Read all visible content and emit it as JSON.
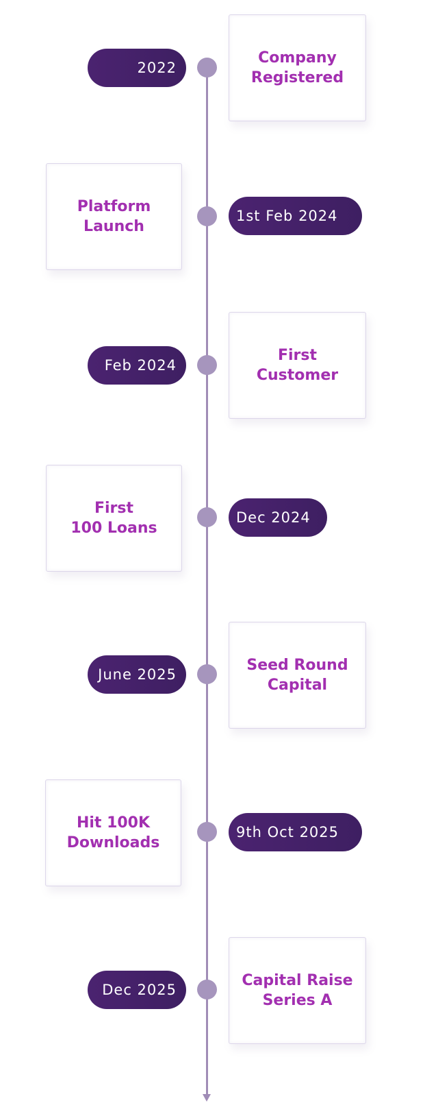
{
  "milestones": [
    {
      "date": "2022",
      "title": "Company\nRegistered"
    },
    {
      "date": "1st Feb 2024",
      "title": "Platform\nLaunch"
    },
    {
      "date": "Feb 2024",
      "title": "First\nCustomer"
    },
    {
      "date": "Dec 2024",
      "title": "First\n100 Loans"
    },
    {
      "date": "June 2025",
      "title": "Seed Round\nCapital"
    },
    {
      "date": "9th Oct 2025",
      "title": "Hit 100K\nDownloads"
    },
    {
      "date": "Dec 2025",
      "title": "Capital Raise\nSeries A"
    }
  ],
  "colors": {
    "line": "#a08cb6",
    "dot": "#a695bd",
    "pill": "#4b2370",
    "card_text": "#a22fb0",
    "card_border": "#dcd6ea"
  }
}
